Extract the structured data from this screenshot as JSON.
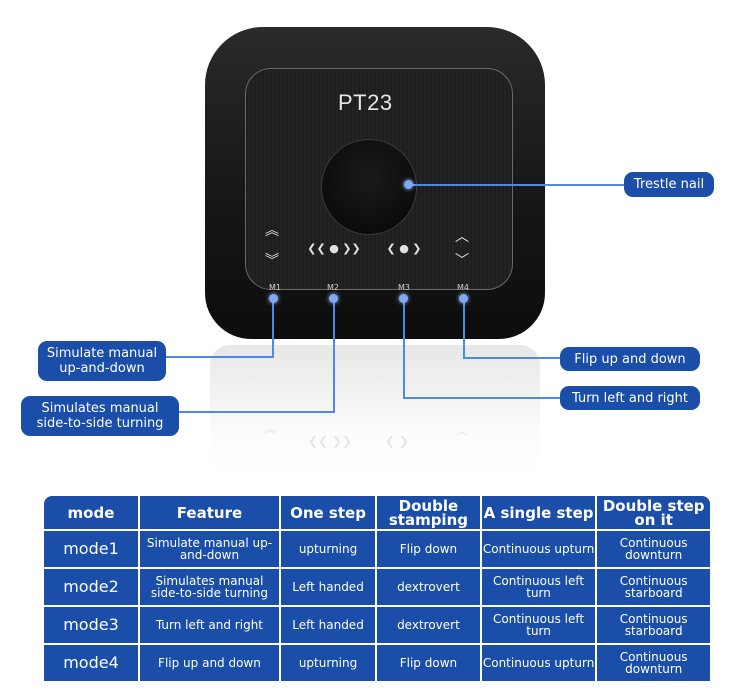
{
  "device": {
    "model": "PT23",
    "modes": [
      "M1",
      "M2",
      "M3",
      "M4"
    ],
    "m1_arrows": [
      "︽",
      "︾"
    ],
    "m2_arrows": "❮❮ ● ❯❯",
    "m3_arrows": "❮ ● ❯",
    "m4_arrows": [
      "︿",
      "﹀"
    ]
  },
  "callouts": {
    "trestle_nail": "Trestle nail",
    "m1": "Simulate manual up-and-down",
    "m2": "Simulates manual side-to-side turning",
    "m4": "Flip up and down",
    "m3": "Turn left and right"
  },
  "table": {
    "headers": [
      "mode",
      "Feature",
      "One step",
      "Double stamping",
      "A single step",
      "Double step on it"
    ],
    "rows": [
      [
        "mode1",
        "Simulate manual up-and-down",
        "upturning",
        "Flip down",
        "Continuous upturn",
        "Continuous downturn"
      ],
      [
        "mode2",
        "Simulates manual side-to-side turning",
        "Left handed",
        "dextrovert",
        "Continuous left turn",
        "Continuous starboard"
      ],
      [
        "mode3",
        "Turn left and right",
        "Left handed",
        "dextrovert",
        "Continuous left turn",
        "Continuous starboard"
      ],
      [
        "mode4",
        "Flip up and down",
        "upturning",
        "Flip down",
        "Continuous upturn",
        "Continuous downturn"
      ]
    ]
  },
  "colors": {
    "accent": "#1a4ea8",
    "line": "#4a8ae8",
    "dot": "#7fa8f0"
  }
}
